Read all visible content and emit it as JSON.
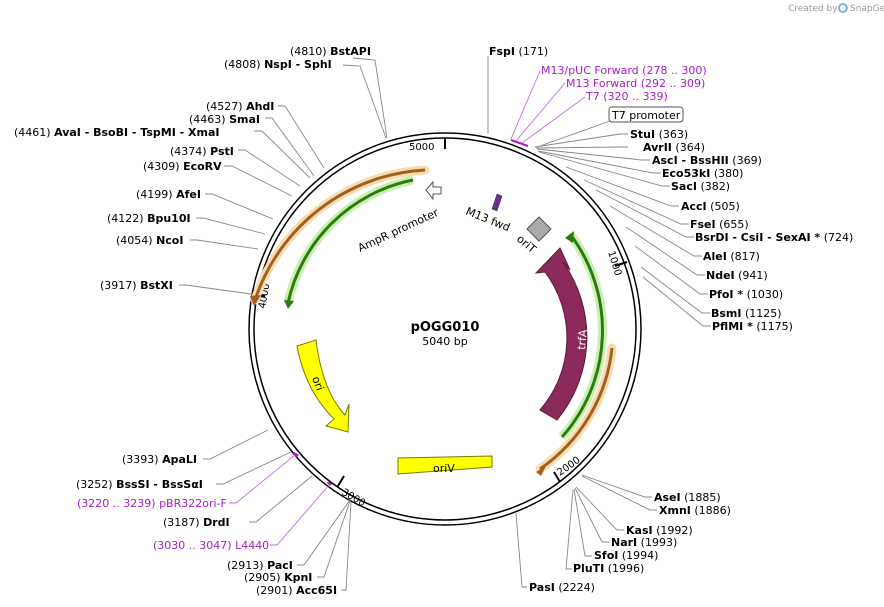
{
  "plasmid": {
    "name": "pOGG010",
    "length": "5040 bp"
  },
  "credit": {
    "text": "Created by",
    "brand": "SnapGene"
  },
  "ticks": [
    "1000",
    "2000",
    "3000",
    "4000",
    "5000"
  ],
  "features": {
    "ampr_promoter": "AmpR promoter",
    "m13_fwd": "M13 fwd",
    "orit": "oriT",
    "trfa": "trfA",
    "ori": "ori",
    "oriv": "oriV"
  },
  "t7_promoter": "T7 promoter",
  "primers": [
    {
      "name": "M13/pUC Forward",
      "range": "(278 .. 300)"
    },
    {
      "name": "M13 Forward",
      "range": "(292 .. 309)"
    },
    {
      "name": "T7",
      "range": "(320 .. 339)"
    },
    {
      "name": "pBR322ori-F",
      "range": "(3220 .. 3239)"
    },
    {
      "name": "L4440",
      "range": "(3030 .. 3047)"
    }
  ],
  "sites": [
    {
      "name": "BstAPI",
      "pos": "(4810)"
    },
    {
      "name": "NspI - SphI",
      "pos": "(4808)"
    },
    {
      "name": "FspI",
      "pos": "(171)"
    },
    {
      "name": "AhdI",
      "pos": "(4527)"
    },
    {
      "name": "SmaI",
      "pos": "(4463)"
    },
    {
      "name": "AvaI - BsoBI - TspMI - XmaI",
      "pos": "(4461)"
    },
    {
      "name": "PstI",
      "pos": "(4374)"
    },
    {
      "name": "EcoRV",
      "pos": "(4309)"
    },
    {
      "name": "AfeI",
      "pos": "(4199)"
    },
    {
      "name": "Bpu10I",
      "pos": "(4122)"
    },
    {
      "name": "NcoI",
      "pos": "(4054)"
    },
    {
      "name": "BstXI",
      "pos": "(3917)"
    },
    {
      "name": "StuI",
      "pos": "(363)"
    },
    {
      "name": "AvrII",
      "pos": "(364)"
    },
    {
      "name": "AscI - BssHII",
      "pos": "(369)"
    },
    {
      "name": "Eco53kI",
      "pos": "(380)"
    },
    {
      "name": "SacI",
      "pos": "(382)"
    },
    {
      "name": "AccI",
      "pos": "(505)"
    },
    {
      "name": "FseI",
      "pos": "(655)"
    },
    {
      "name": "BsrDI - CsiI - SexAI *",
      "pos": "(724)"
    },
    {
      "name": "AleI",
      "pos": "(817)"
    },
    {
      "name": "NdeI",
      "pos": "(941)"
    },
    {
      "name": "PfoI *",
      "pos": "(1030)"
    },
    {
      "name": "BsmI",
      "pos": "(1125)"
    },
    {
      "name": "PflMI *",
      "pos": "(1175)"
    },
    {
      "name": "ApaLI",
      "pos": "(3393)"
    },
    {
      "name": "BssSI - BssSαI",
      "pos": "(3252)"
    },
    {
      "name": "DrdI",
      "pos": "(3187)"
    },
    {
      "name": "PacI",
      "pos": "(2913)"
    },
    {
      "name": "KpnI",
      "pos": "(2905)"
    },
    {
      "name": "Acc65I",
      "pos": "(2901)"
    },
    {
      "name": "AseI",
      "pos": "(1885)"
    },
    {
      "name": "XmnI",
      "pos": "(1886)"
    },
    {
      "name": "KasI",
      "pos": "(1992)"
    },
    {
      "name": "NarI",
      "pos": "(1993)"
    },
    {
      "name": "SfoI",
      "pos": "(1994)"
    },
    {
      "name": "PluTI",
      "pos": "(1996)"
    },
    {
      "name": "PasI",
      "pos": "(2224)"
    }
  ],
  "colors": {
    "backbone": "#000000",
    "promoter_arrow": "#ffffff",
    "trfa": "#8b2a5a",
    "orit": "#a9a9a9",
    "ori": "#ffff00",
    "orange_feature": "#e8b26a",
    "green_feature": "#5cad2a",
    "primer": "#a51ec8"
  }
}
